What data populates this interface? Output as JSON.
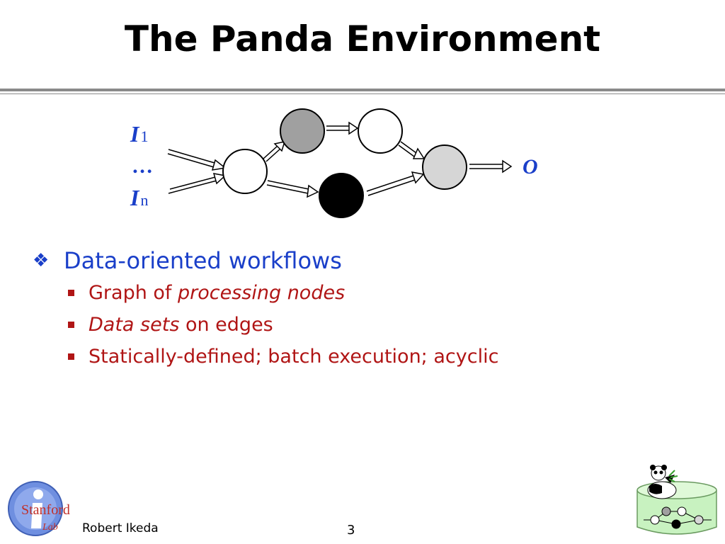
{
  "slide": {
    "title": "The Panda Environment",
    "page_number": "3",
    "author": "Robert Ikeda"
  },
  "diagram": {
    "inputs": [
      {
        "symbol": "I",
        "subscript": "1"
      },
      {
        "ellipsis": "…"
      },
      {
        "symbol": "I",
        "subscript": "n"
      }
    ],
    "output": "O",
    "node_colors": {
      "white": "#ffffff",
      "gray": "#a0a0a0",
      "light_gray": "#d6d6d6",
      "black": "#000000"
    },
    "label_color": "#1a3fc9"
  },
  "bullets": {
    "main": "Data-oriented workflows",
    "sub": [
      {
        "italic": "",
        "plain_prefix": "Graph of ",
        "italic_part": "processing nodes",
        "plain_suffix": ""
      },
      {
        "plain_prefix": "",
        "italic_part": "Data sets",
        "plain_suffix": " on edges"
      },
      {
        "plain_prefix": "Statically-defined; batch execution; acyclic",
        "italic_part": "",
        "plain_suffix": ""
      }
    ]
  },
  "logos": {
    "left_text_line1": "Stanford",
    "left_text_line2": "Lab"
  },
  "colors": {
    "title": "#000000",
    "bullet_main": "#1a3fc9",
    "bullet_sub": "#b01515",
    "rule": "#8a8a8a"
  }
}
